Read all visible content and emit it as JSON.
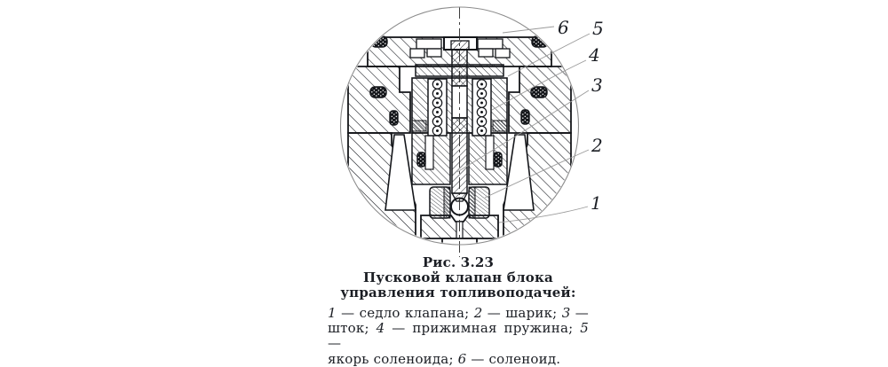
{
  "figure": {
    "caption": {
      "fig_label": "Рис. 3.23",
      "title_line1": "Пусковой клапан блока",
      "title_line2": "управления топливоподачей:"
    },
    "legend": {
      "line1": {
        "n1": "1",
        "t1": " — седло клапана; ",
        "n2": "2",
        "t2": " — шарик; ",
        "n3": "3",
        "t3": " —"
      },
      "line2": {
        "t0": "шток; ",
        "n1": "4",
        "t1": " — прижимная пружина; ",
        "n2": "5",
        "t2": " —"
      },
      "line3": {
        "t0": "якорь соленоида; ",
        "n1": "6",
        "t1": " — соленоид."
      }
    },
    "callouts": {
      "c1": "1",
      "c2": "2",
      "c3": "3",
      "c4": "4",
      "c5": "5",
      "c6": "6"
    },
    "parts": {
      "p1": "седло клапана",
      "p2": "шарик",
      "p3": "шток",
      "p4": "прижимная пружина",
      "p5": "якорь соленоида",
      "p6": "соленоид"
    }
  },
  "colors": {
    "ink": "#1b1e24",
    "leader": "#9a9a9a",
    "circle": "#8d8d8d",
    "paper": "#ffffff"
  }
}
